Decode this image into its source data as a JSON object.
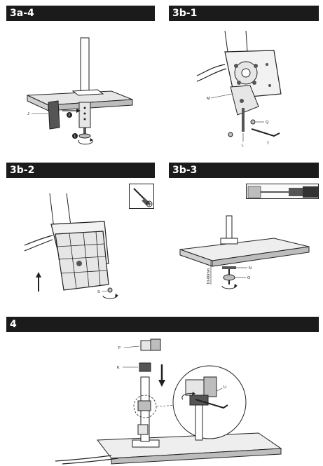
{
  "sections": {
    "s3a4": {
      "title": "3a-4",
      "callouts": {
        "j": "J",
        "step1": "1",
        "step2": "2"
      }
    },
    "s3b1": {
      "title": "3b-1",
      "callouts": {
        "m": "M",
        "q": "Q",
        "l": "L",
        "t": "T"
      }
    },
    "s3b2": {
      "title": "3b-2",
      "callouts": {
        "s": "S"
      }
    },
    "s3b3": {
      "title": "3b-3",
      "callouts": {
        "n": "N",
        "o": "O",
        "range": "10-60mm"
      }
    },
    "s4": {
      "title": "4",
      "callouts": {
        "f": "F",
        "k": "K",
        "u": "U"
      }
    }
  },
  "colors": {
    "header_bg": "#1b1b1b",
    "header_text": "#ffffff",
    "line": "#222222",
    "fill_light": "#e6e6e6",
    "fill_mid": "#bdbdbd",
    "fill_dark": "#555555"
  },
  "icons": [
    "screwdriver-icon",
    "drill-icon",
    "rotate-arrow-icon",
    "up-arrow-icon",
    "down-arrow-icon"
  ]
}
